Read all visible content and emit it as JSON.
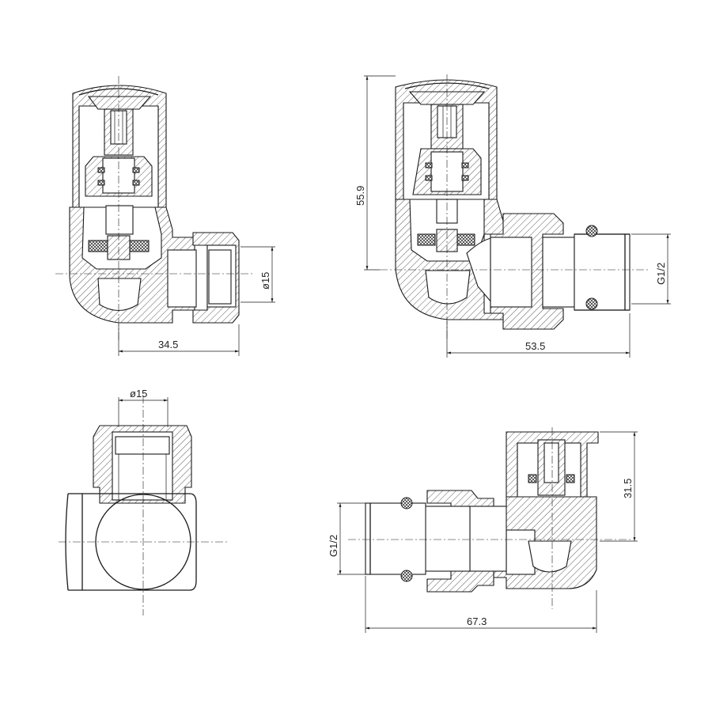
{
  "dimensions": {
    "view1_width": "34.5",
    "view1_diameter": "ø15",
    "view2_height": "55.9",
    "view2_width": "53.5",
    "view2_thread": "G1/2",
    "view3_diameter": "ø15",
    "view4_thread": "G1/2",
    "view4_height": "31.5",
    "view4_width": "67.3"
  }
}
